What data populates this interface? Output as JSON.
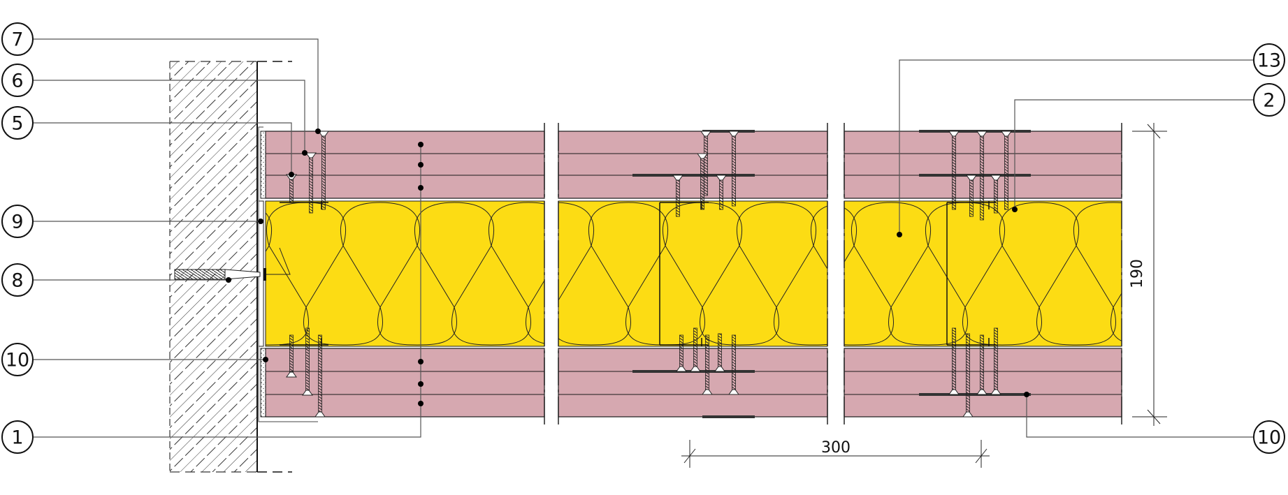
{
  "drawing": {
    "type": "wall-lining-section-detail",
    "colors": {
      "board": "#d6a8b0",
      "insulation": "#fcdc14",
      "line": "#1a1a1a",
      "leader": "#555555"
    },
    "callouts_left": [
      "7",
      "6",
      "5",
      "9",
      "8",
      "10",
      "1"
    ],
    "callouts_right": [
      "13",
      "2",
      "10"
    ],
    "dimensions": {
      "height": "190",
      "spacing": "300"
    }
  }
}
